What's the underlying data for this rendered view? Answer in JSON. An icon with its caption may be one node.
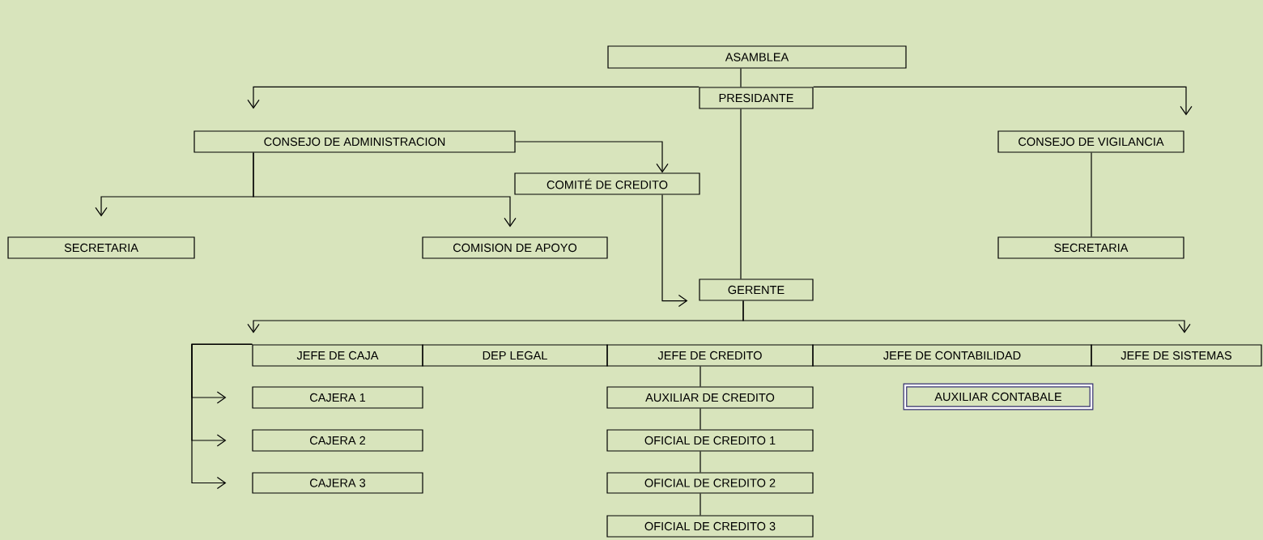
{
  "diagram": {
    "nodes": [
      {
        "text": [
          "ASAMBLEA"
        ]
      },
      {
        "text": [
          "PRESIDANTE"
        ]
      },
      {
        "text": [
          "CONSEJO DE ADMINISTRACION"
        ]
      },
      {
        "text": [
          "CONSEJO DE VIGILANCIA"
        ]
      },
      {
        "text": [
          "COMITÉ DE CREDITO"
        ]
      },
      {
        "text": [
          "SECRETARIA"
        ]
      },
      {
        "text": [
          "COMISION DE APOYO"
        ]
      },
      {
        "text": [
          "SECRETARIA"
        ]
      },
      {
        "text": [
          "GERENTE"
        ]
      },
      {
        "text": [
          "JEFE DE CAJA"
        ]
      },
      {
        "text": [
          "DEP LEGAL"
        ]
      },
      {
        "text": [
          "JEFE DE CREDITO"
        ]
      },
      {
        "text": [
          "JEFE DE CONTABILIDAD"
        ]
      },
      {
        "text": [
          "JEFE DE SISTEMAS"
        ]
      },
      {
        "text": [
          "CAJERA 1"
        ]
      },
      {
        "text": [
          "AUXILIAR DE CREDITO"
        ]
      },
      {
        "text": [
          "AUXILIAR CONTABALE"
        ]
      },
      {
        "text": [
          "CAJERA 2"
        ]
      },
      {
        "text": [
          "OFICIAL DE CREDITO 1"
        ]
      },
      {
        "text": [
          "CAJERA 3"
        ]
      },
      {
        "text": [
          "OFICIAL DE CREDITO 2"
        ]
      },
      {
        "text": [
          "OFICIAL DE CREDITO 3"
        ]
      }
    ],
    "edges": [
      {
        "from": 0,
        "to": 1,
        "arrow": "none"
      },
      {
        "from": 1,
        "to": 2,
        "arrow": "to"
      },
      {
        "from": 1,
        "to": 3,
        "arrow": "to"
      },
      {
        "from": 1,
        "to": 8,
        "arrow": "none"
      },
      {
        "from": 2,
        "to": 4,
        "arrow": "to"
      },
      {
        "from": 2,
        "to": 5,
        "arrow": "to"
      },
      {
        "from": 2,
        "to": 6,
        "arrow": "to"
      },
      {
        "from": 4,
        "to": 8,
        "arrow": "to"
      },
      {
        "from": 3,
        "to": 7,
        "arrow": "none"
      },
      {
        "from": 8,
        "to": 9,
        "arrow": "to"
      },
      {
        "from": 8,
        "to": 13,
        "arrow": "to"
      },
      {
        "from": 9,
        "to": 14,
        "arrow": "to"
      },
      {
        "from": 9,
        "to": 17,
        "arrow": "to"
      },
      {
        "from": 9,
        "to": 19,
        "arrow": "to"
      },
      {
        "from": 11,
        "to": 15,
        "arrow": "none"
      },
      {
        "from": 15,
        "to": 18,
        "arrow": "none"
      },
      {
        "from": 18,
        "to": 20,
        "arrow": "none"
      },
      {
        "from": 20,
        "to": 21,
        "arrow": "none"
      }
    ]
  }
}
